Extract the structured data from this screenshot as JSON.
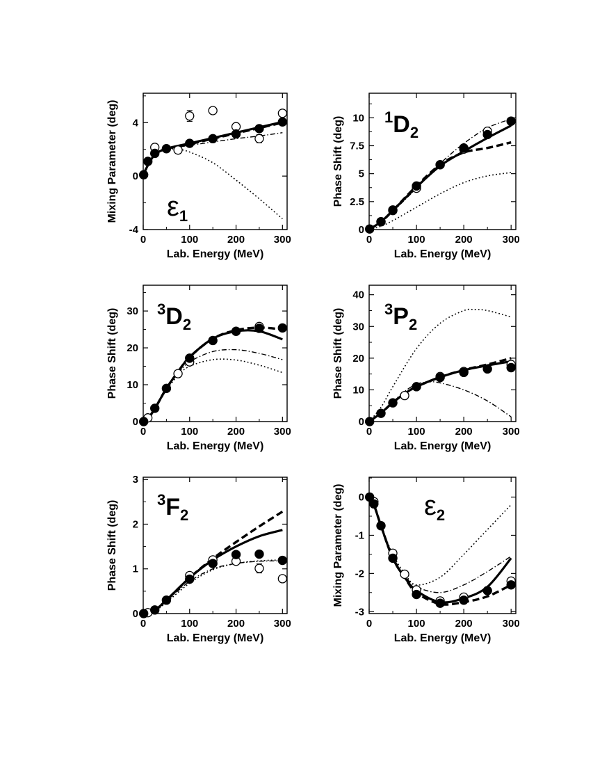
{
  "chart_data": [
    {
      "type": "line",
      "label_main": "ε",
      "label_sub": "1",
      "label_sup": "",
      "xlabel": "Lab. Energy (MeV)",
      "ylabel": "Mixing Parameter (deg)",
      "xlim": [
        0,
        310
      ],
      "ylim": [
        -4,
        6.2
      ],
      "xticks": [
        0,
        100,
        200,
        300
      ],
      "xticklabels": [
        "0",
        "100",
        "200",
        "300"
      ],
      "yticks": [
        -4,
        0,
        4
      ],
      "yticklabels": [
        "-4",
        "0",
        "4"
      ],
      "series": [
        {
          "style": "solid",
          "x": [
            0,
            10,
            25,
            50,
            100,
            150,
            200,
            250,
            300
          ],
          "y": [
            0.1,
            0.8,
            1.6,
            2.05,
            2.45,
            2.85,
            3.25,
            3.65,
            4.05
          ]
        },
        {
          "style": "dashed",
          "x": [
            0,
            10,
            25,
            50,
            100,
            150,
            200,
            250,
            300
          ],
          "y": [
            0.1,
            0.8,
            1.6,
            2.05,
            2.4,
            2.8,
            3.2,
            3.6,
            4.0
          ]
        },
        {
          "style": "dashdot",
          "x": [
            0,
            10,
            25,
            50,
            100,
            150,
            200,
            250,
            300
          ],
          "y": [
            0.1,
            0.8,
            1.6,
            2.0,
            2.3,
            2.55,
            2.8,
            3.0,
            3.25
          ]
        },
        {
          "style": "dotted",
          "x": [
            0,
            10,
            25,
            50,
            75,
            100,
            150,
            200,
            250,
            300
          ],
          "y": [
            0.1,
            0.8,
            1.6,
            2.0,
            2.0,
            1.8,
            1.0,
            -0.3,
            -1.7,
            -3.2
          ]
        }
      ],
      "points_filled": {
        "x": [
          1,
          10,
          25,
          50,
          100,
          150,
          200,
          250,
          300
        ],
        "y": [
          0.1,
          1.1,
          1.7,
          2.05,
          2.45,
          2.8,
          3.15,
          3.55,
          4.05
        ]
      },
      "points_open": {
        "x": [
          25,
          75,
          100,
          150,
          200,
          250,
          300
        ],
        "y": [
          2.15,
          1.95,
          4.5,
          4.9,
          3.7,
          2.8,
          4.7
        ],
        "err": [
          0,
          0.25,
          0.4,
          0.25,
          0.25,
          0.3,
          0.2
        ]
      }
    },
    {
      "type": "line",
      "label_main": "D",
      "label_sub": "2",
      "label_sup": "1",
      "xlabel": "Lab. Energy (MeV)",
      "ylabel": "Phase Shift (deg)",
      "xlim": [
        0,
        310
      ],
      "ylim": [
        0,
        12.2
      ],
      "xticks": [
        0,
        100,
        200,
        300
      ],
      "xticklabels": [
        "0",
        "100",
        "200",
        "300"
      ],
      "yticks": [
        0,
        2.5,
        5,
        7.5,
        10
      ],
      "yticklabels": [
        "0",
        "2.5",
        "5",
        "7.5",
        "10"
      ],
      "series": [
        {
          "style": "solid",
          "x": [
            0,
            25,
            50,
            100,
            150,
            200,
            250,
            300
          ],
          "y": [
            0,
            0.7,
            1.7,
            3.8,
            5.7,
            7.0,
            8.2,
            9.3
          ]
        },
        {
          "style": "dashed",
          "x": [
            0,
            25,
            50,
            100,
            150,
            200,
            250,
            300
          ],
          "y": [
            0,
            0.7,
            1.7,
            3.9,
            5.8,
            6.9,
            7.3,
            7.8
          ]
        },
        {
          "style": "dashdot",
          "x": [
            0,
            25,
            50,
            100,
            150,
            200,
            250,
            300
          ],
          "y": [
            0,
            0.6,
            1.6,
            3.7,
            5.9,
            7.7,
            9.1,
            9.9
          ]
        },
        {
          "style": "dotted",
          "x": [
            0,
            25,
            50,
            100,
            150,
            200,
            250,
            300
          ],
          "y": [
            0,
            0.3,
            0.8,
            2.0,
            3.2,
            4.2,
            4.8,
            5.1
          ]
        }
      ],
      "points_filled": {
        "x": [
          1,
          25,
          50,
          100,
          150,
          200,
          250,
          300
        ],
        "y": [
          0.05,
          0.7,
          1.75,
          3.9,
          5.8,
          7.3,
          8.5,
          9.7
        ]
      },
      "points_open": {
        "x": [
          25,
          50,
          100,
          150,
          200,
          250,
          300
        ],
        "y": [
          0.7,
          1.7,
          3.7,
          5.8,
          7.2,
          8.8,
          9.7
        ],
        "err": [
          0,
          0,
          0,
          0,
          0,
          0,
          0
        ]
      }
    },
    {
      "type": "line",
      "label_main": "D",
      "label_sub": "2",
      "label_sup": "3",
      "xlabel": "Lab. Energy (MeV)",
      "ylabel": "Phase Shift (deg)",
      "xlim": [
        0,
        310
      ],
      "ylim": [
        0,
        37
      ],
      "xticks": [
        0,
        100,
        200,
        300
      ],
      "xticklabels": [
        "0",
        "100",
        "200",
        "300"
      ],
      "yticks": [
        0,
        10,
        20,
        30
      ],
      "yticklabels": [
        "0",
        "10",
        "20",
        "30"
      ],
      "series": [
        {
          "style": "solid",
          "x": [
            0,
            10,
            25,
            50,
            75,
            100,
            150,
            200,
            250,
            300
          ],
          "y": [
            0,
            0.8,
            3.5,
            9.0,
            13.5,
            17.5,
            22.5,
            24.5,
            24.5,
            22.3
          ]
        },
        {
          "style": "dashed",
          "x": [
            0,
            10,
            25,
            50,
            75,
            100,
            150,
            200,
            250,
            300
          ],
          "y": [
            0,
            0.8,
            3.5,
            9.0,
            13.5,
            17.5,
            22.5,
            24.8,
            25.5,
            25.0
          ]
        },
        {
          "style": "dashdot",
          "x": [
            0,
            10,
            25,
            50,
            75,
            100,
            150,
            200,
            250,
            300
          ],
          "y": [
            0,
            0.8,
            3.5,
            9.0,
            13.0,
            16.2,
            19.0,
            19.5,
            18.5,
            16.8
          ]
        },
        {
          "style": "dotted",
          "x": [
            0,
            10,
            25,
            50,
            75,
            100,
            150,
            200,
            250,
            300
          ],
          "y": [
            0,
            0.8,
            3.3,
            8.5,
            12.5,
            15.0,
            16.8,
            16.7,
            15.3,
            13.3
          ]
        }
      ],
      "points_filled": {
        "x": [
          1,
          25,
          50,
          100,
          150,
          200,
          250,
          300
        ],
        "y": [
          0,
          3.6,
          9.0,
          17.2,
          22.0,
          24.5,
          25.3,
          25.4
        ]
      },
      "points_open": {
        "x": [
          10,
          75,
          100,
          250
        ],
        "y": [
          1.0,
          13.0,
          16.2,
          25.8
        ],
        "err": [
          0,
          0,
          0,
          0
        ]
      }
    },
    {
      "type": "line",
      "label_main": "P",
      "label_sub": "2",
      "label_sup": "3",
      "xlabel": "Lab. Energy (MeV)",
      "ylabel": "Phase Shift (deg)",
      "xlim": [
        0,
        310
      ],
      "ylim": [
        0,
        43
      ],
      "xticks": [
        0,
        100,
        200,
        300
      ],
      "xticklabels": [
        "0",
        "100",
        "200",
        "300"
      ],
      "yticks": [
        0,
        10,
        20,
        30,
        40
      ],
      "yticklabels": [
        "0",
        "10",
        "20",
        "30",
        "40"
      ],
      "series": [
        {
          "style": "solid",
          "x": [
            0,
            25,
            50,
            75,
            100,
            150,
            200,
            250,
            300
          ],
          "y": [
            0,
            2.7,
            6.0,
            8.8,
            11.0,
            14.0,
            16.2,
            17.7,
            19.0
          ]
        },
        {
          "style": "dashed",
          "x": [
            0,
            25,
            50,
            75,
            100,
            150,
            200,
            250,
            300
          ],
          "y": [
            0,
            2.7,
            6.0,
            8.8,
            11.0,
            14.0,
            16.3,
            18.0,
            20.0
          ]
        },
        {
          "style": "dashdot",
          "x": [
            0,
            25,
            50,
            75,
            100,
            125,
            150,
            200,
            250,
            300
          ],
          "y": [
            0,
            2.7,
            6.2,
            9.5,
            11.8,
            12.5,
            12.2,
            10.0,
            6.5,
            1.5
          ]
        },
        {
          "style": "dotted",
          "x": [
            0,
            25,
            50,
            100,
            150,
            200,
            225,
            250,
            300
          ],
          "y": [
            0,
            4.5,
            11.0,
            23.0,
            31.0,
            35.0,
            35.3,
            35.0,
            33.0
          ]
        }
      ],
      "points_filled": {
        "x": [
          1,
          25,
          50,
          100,
          150,
          200,
          250,
          300
        ],
        "y": [
          0,
          2.6,
          5.9,
          11.0,
          13.9,
          15.5,
          16.6,
          17.0
        ]
      },
      "points_open": {
        "x": [
          75,
          150,
          200,
          300
        ],
        "y": [
          8.2,
          14.2,
          15.8,
          18.0
        ],
        "err": [
          0,
          0,
          0,
          0
        ]
      }
    },
    {
      "type": "line",
      "label_main": "F",
      "label_sub": "2",
      "label_sup": "3",
      "xlabel": "Lab. Energy (MeV)",
      "ylabel": "Phase Shift (deg)",
      "xlim": [
        0,
        310
      ],
      "ylim": [
        0,
        3.05
      ],
      "xticks": [
        0,
        100,
        200,
        300
      ],
      "xticklabels": [
        "0",
        "100",
        "200",
        "300"
      ],
      "yticks": [
        0,
        1,
        2,
        3
      ],
      "yticklabels": [
        "0",
        "1",
        "2",
        "3"
      ],
      "series": [
        {
          "style": "solid",
          "x": [
            0,
            25,
            50,
            100,
            150,
            200,
            250,
            300
          ],
          "y": [
            0,
            0.08,
            0.3,
            0.8,
            1.2,
            1.5,
            1.73,
            1.87
          ]
        },
        {
          "style": "dashed",
          "x": [
            0,
            25,
            50,
            100,
            150,
            200,
            250,
            300
          ],
          "y": [
            0,
            0.08,
            0.3,
            0.8,
            1.23,
            1.6,
            1.95,
            2.28
          ]
        },
        {
          "style": "dashdot",
          "x": [
            0,
            25,
            50,
            100,
            150,
            200,
            250,
            300
          ],
          "y": [
            0,
            0.07,
            0.28,
            0.72,
            1.0,
            1.12,
            1.17,
            1.18
          ]
        },
        {
          "style": "dotted",
          "x": [
            0,
            25,
            50,
            100,
            150,
            200,
            250,
            300
          ],
          "y": [
            0,
            0.06,
            0.25,
            0.68,
            0.98,
            1.12,
            1.18,
            1.2
          ]
        }
      ],
      "points_filled": {
        "x": [
          1,
          25,
          50,
          100,
          150,
          200,
          250,
          300
        ],
        "y": [
          0,
          0.08,
          0.3,
          0.77,
          1.12,
          1.32,
          1.33,
          1.19
        ]
      },
      "points_open": {
        "x": [
          10,
          100,
          150,
          200,
          250,
          300
        ],
        "y": [
          0.02,
          0.85,
          1.2,
          1.17,
          1.01,
          0.78
        ],
        "err": [
          0,
          0,
          0,
          0,
          0.1,
          0.06
        ]
      }
    },
    {
      "type": "line",
      "label_main": "ε",
      "label_sub": "2",
      "label_sup": "",
      "xlabel": "Lab. Energy (MeV)",
      "ylabel": "Mixing Parameter (deg)",
      "xlim": [
        0,
        310
      ],
      "ylim": [
        -3.05,
        0.52
      ],
      "xticks": [
        0,
        100,
        200,
        300
      ],
      "xticklabels": [
        "0",
        "100",
        "200",
        "300"
      ],
      "yticks": [
        -3,
        -2,
        -1,
        0
      ],
      "yticklabels": [
        "-3",
        "-2",
        "-1",
        "0"
      ],
      "series": [
        {
          "style": "solid",
          "x": [
            0,
            10,
            25,
            50,
            75,
            100,
            150,
            200,
            250,
            300
          ],
          "y": [
            0,
            -0.2,
            -0.75,
            -1.6,
            -2.1,
            -2.45,
            -2.75,
            -2.65,
            -2.35,
            -1.6
          ]
        },
        {
          "style": "dashed",
          "x": [
            0,
            10,
            25,
            50,
            75,
            100,
            150,
            200,
            250,
            300
          ],
          "y": [
            0,
            -0.2,
            -0.75,
            -1.6,
            -2.1,
            -2.5,
            -2.8,
            -2.75,
            -2.6,
            -2.3
          ]
        },
        {
          "style": "dashdot",
          "x": [
            0,
            10,
            25,
            50,
            75,
            100,
            150,
            200,
            250,
            300
          ],
          "y": [
            0,
            -0.2,
            -0.75,
            -1.55,
            -2.05,
            -2.35,
            -2.5,
            -2.3,
            -1.95,
            -1.55
          ]
        },
        {
          "style": "dotted",
          "x": [
            0,
            10,
            25,
            50,
            75,
            100,
            150,
            200,
            250,
            300
          ],
          "y": [
            0,
            -0.2,
            -0.75,
            -1.5,
            -2.0,
            -2.3,
            -2.1,
            -1.5,
            -0.85,
            -0.2
          ]
        }
      ],
      "points_filled": {
        "x": [
          1,
          10,
          25,
          50,
          100,
          150,
          200,
          250,
          300
        ],
        "y": [
          0,
          -0.18,
          -0.75,
          -1.6,
          -2.55,
          -2.78,
          -2.7,
          -2.45,
          -2.3
        ]
      },
      "points_open": {
        "x": [
          10,
          50,
          75,
          100,
          150,
          200,
          300
        ],
        "y": [
          -0.12,
          -1.47,
          -2.02,
          -2.43,
          -2.72,
          -2.62,
          -2.2
        ],
        "err": [
          0,
          0,
          0,
          0,
          0,
          0,
          0
        ]
      }
    }
  ]
}
